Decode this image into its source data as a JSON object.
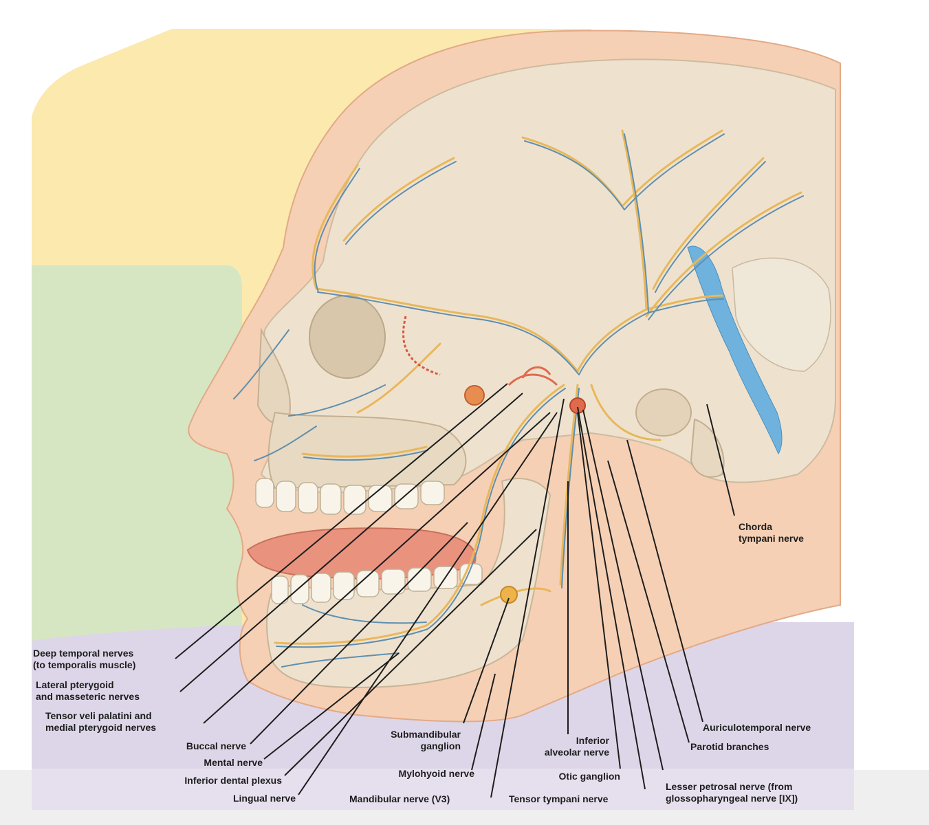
{
  "colors": {
    "yellow_zone": "#fbe9ad",
    "green_zone": "#d6e6c3",
    "purple_zone": "#ddd6e8",
    "skin": "#f5d0b4",
    "bone": "#eee2cf",
    "nerve_yellow": "#e9b75a",
    "nerve_blue": "#5f8faf",
    "ganglion_red": "#e06a4c",
    "vessel_blue": "#6fb2dd",
    "leader_line": "#1d1d1d"
  },
  "labels": {
    "deep_temporal": [
      "Deep temporal nerves",
      "(to temporalis muscle)"
    ],
    "lateral_pterygoid": [
      "Lateral pterygoid",
      "and masseteric nerves"
    ],
    "tensor_veli": [
      "Tensor veli palatini and",
      "medial pterygoid nerves"
    ],
    "buccal": [
      "Buccal nerve"
    ],
    "mental": [
      "Mental nerve"
    ],
    "inferior_dental": [
      "Inferior dental plexus"
    ],
    "lingual": [
      "Lingual nerve"
    ],
    "submandibular": [
      "Submandibular",
      "ganglion"
    ],
    "mylohyoid": [
      "Mylohyoid nerve"
    ],
    "mandibular": [
      "Mandibular nerve (V3)"
    ],
    "inferior_alveolar": [
      "Inferior",
      "alveolar nerve"
    ],
    "otic": [
      "Otic ganglion"
    ],
    "tensor_tympani": [
      "Tensor tympani nerve"
    ],
    "auriculotemporal": [
      "Auriculotemporal nerve"
    ],
    "parotid": [
      "Parotid branches"
    ],
    "lesser_petrosal": [
      "Lesser petrosal nerve (from",
      "glossopharyngeal nerve [IX])"
    ],
    "chorda_tympani": [
      "Chorda",
      "tympani nerve"
    ]
  }
}
